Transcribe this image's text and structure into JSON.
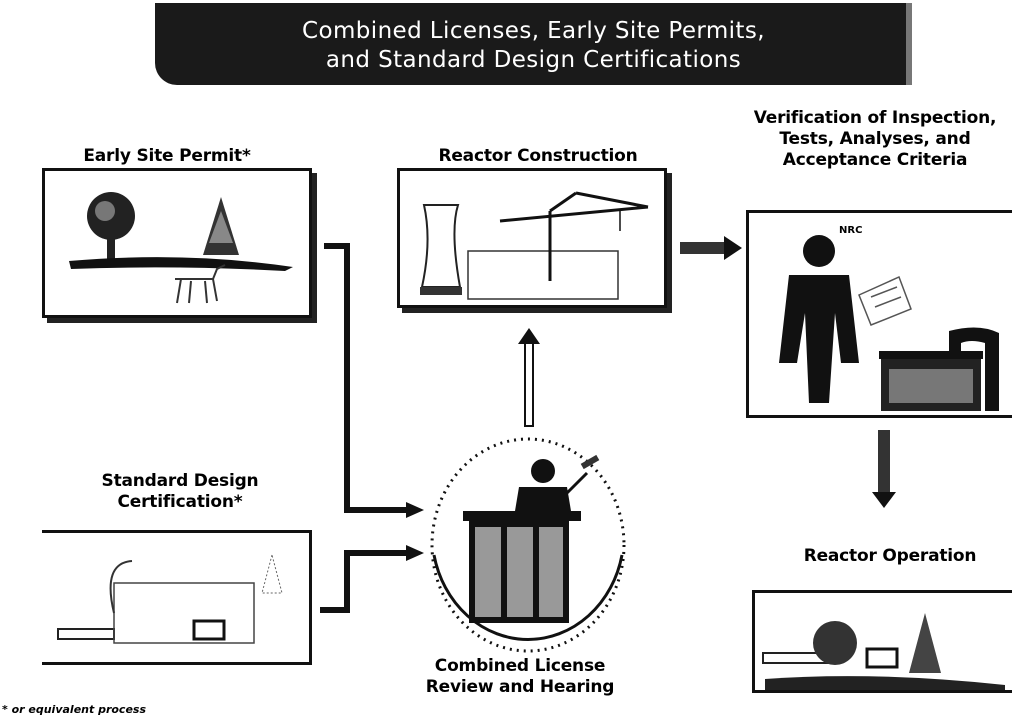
{
  "banner": {
    "line1": "Combined Licenses, Early Site Permits,",
    "line2": "and Standard Design Certifications"
  },
  "nodes": {
    "early_site_permit": "Early Site Permit*",
    "reactor_construction": "Reactor Construction",
    "verification": [
      "Verification of Inspection,",
      "Tests, Analyses, and",
      "Acceptance Criteria"
    ],
    "standard_design": [
      "Standard Design",
      "Certification*"
    ],
    "combined_license": [
      "Combined License",
      "Review and Hearing"
    ],
    "reactor_operation": "Reactor Operation"
  },
  "badge": "NRC",
  "footnote": "* or equivalent process"
}
